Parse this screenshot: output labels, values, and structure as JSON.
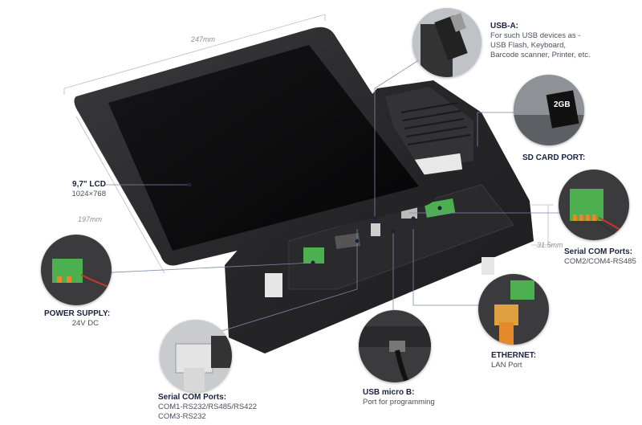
{
  "dimensions": {
    "width": "247mm",
    "height": "197mm",
    "depth": "31.5mm"
  },
  "callouts": {
    "usb_a": {
      "title": "USB-A:",
      "lines": [
        "For such USB devices as -",
        "USB Flash, Keyboard,",
        "Barcode scanner, Printer, etc."
      ]
    },
    "sd_card": {
      "title": "SD CARD PORT:"
    },
    "sd_card_label": "2GB",
    "lcd": {
      "title": "9,7\" LCD",
      "desc": "1024×768"
    },
    "serial_right": {
      "title": "Serial COM Ports:",
      "desc": "COM2/COM4-RS485"
    },
    "power": {
      "title": "POWER SUPPLY:",
      "desc": "24V DC"
    },
    "ethernet": {
      "title": "ETHERNET:",
      "desc": "LAN Port"
    },
    "usb_micro": {
      "title": "USB micro B:",
      "desc": "Port for programming"
    },
    "serial_left": {
      "title": "Serial COM Ports:",
      "lines": [
        "COM1-RS232/RS485/RS422",
        "COM3-RS232"
      ]
    }
  },
  "colors": {
    "text": "#1a2240",
    "accent_line": "#7a8aa8",
    "terminal_green": "#4caf50",
    "connector_orange": "#e58a2b",
    "device_body": "#2b2b2d"
  }
}
